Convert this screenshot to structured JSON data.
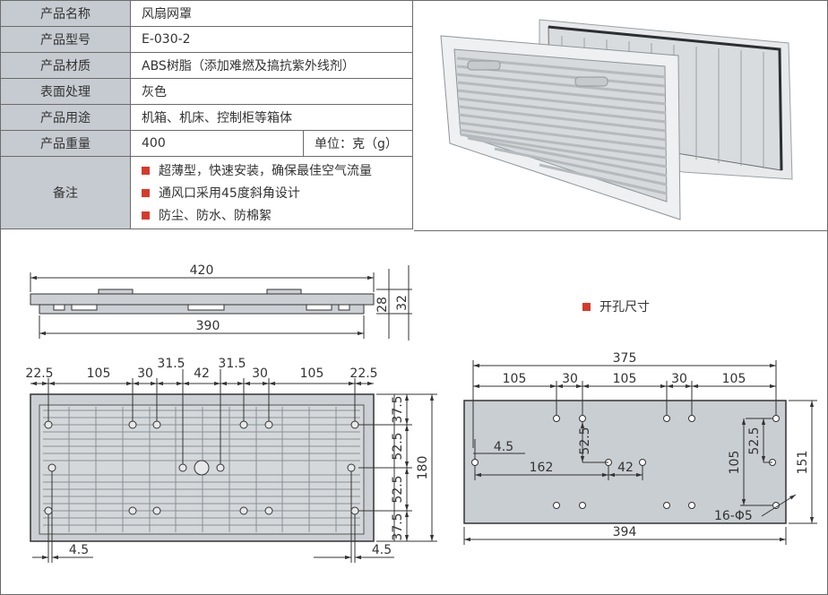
{
  "specs": {
    "name_label": "产品名称",
    "name_value": "风扇网罩",
    "model_label": "产品型号",
    "model_value": "E-030-2",
    "material_label": "产品材质",
    "material_value": "ABS树脂（添加难燃及搞抗紫外线剂）",
    "surface_label": "表面处理",
    "surface_value": "灰色",
    "use_label": "产品用途",
    "use_value": "机箱、机床、控制柜等箱体",
    "weight_label": "产品重量",
    "weight_value": "400",
    "weight_unit": "单位：克（g）",
    "notes_label": "备注",
    "notes": [
      "超薄型，快速安装，确保最佳空气流量",
      "通风口采用45度斜角设计",
      "防尘、防水、防棉絮"
    ]
  },
  "side_view": {
    "width_outer": "420",
    "width_inner": "390",
    "h1": "28",
    "h2": "32"
  },
  "front_view": {
    "top_dims": [
      "22.5",
      "105",
      "30",
      "31.5",
      "42",
      "31.5",
      "30",
      "105",
      "22.5"
    ],
    "right_dims": [
      "37.5",
      "52.5",
      "52.5",
      "37.5"
    ],
    "total_height": "180",
    "bottom_left": "4.5",
    "bottom_right": "4.5"
  },
  "cutout": {
    "title": "开孔尺寸",
    "total_top": "375",
    "top_dims": [
      "105",
      "30",
      "105",
      "30",
      "105"
    ],
    "left_offset": "4.5",
    "v_52_5": "52.5",
    "h_162": "162",
    "h_42": "42",
    "r_52_5": "52.5",
    "r_105": "105",
    "holes": "16-Φ5",
    "height": "151",
    "width": "394"
  },
  "colors": {
    "label_bg": "#c6cbd1",
    "bullet": "#d63a2c",
    "panel": "#c9ced3"
  }
}
